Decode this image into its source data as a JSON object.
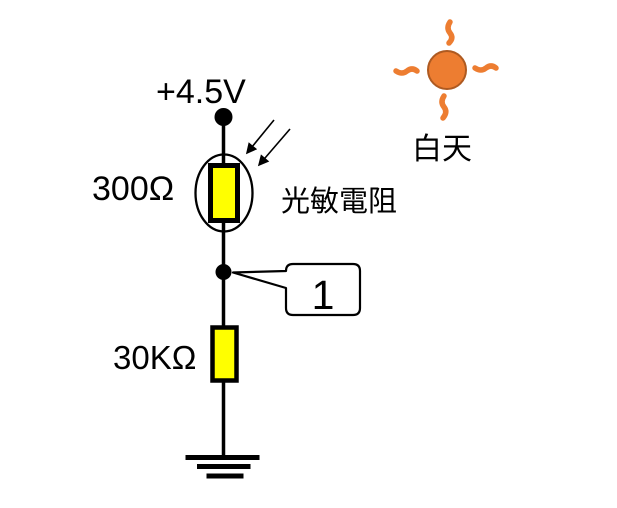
{
  "circuit": {
    "supply_voltage_label": "+4.5V",
    "photoresistor": {
      "resistance_label": "300Ω",
      "name_label": "光敏電阻"
    },
    "fixed_resistor": {
      "resistance_label": "30KΩ"
    },
    "node_callout_label": "1",
    "condition_label": "白天"
  },
  "icons": {
    "sun": "sun-icon",
    "ground": "ground-icon",
    "light_arrows": "light-rays-arrows-icon",
    "node": "junction-node-dot",
    "terminal": "supply-terminal-dot"
  },
  "colors": {
    "background": "#FFFFFF",
    "wire": "#000000",
    "component_fill": "#FFFF00",
    "component_border": "#000000",
    "callout_fill": "#FFFFFF",
    "callout_border": "#000000",
    "sun_fill": "#ED7D31",
    "sun_border": "#AE5A21",
    "sun_ray": "#ED7D31",
    "condition_text": "#3D3D3D"
  }
}
